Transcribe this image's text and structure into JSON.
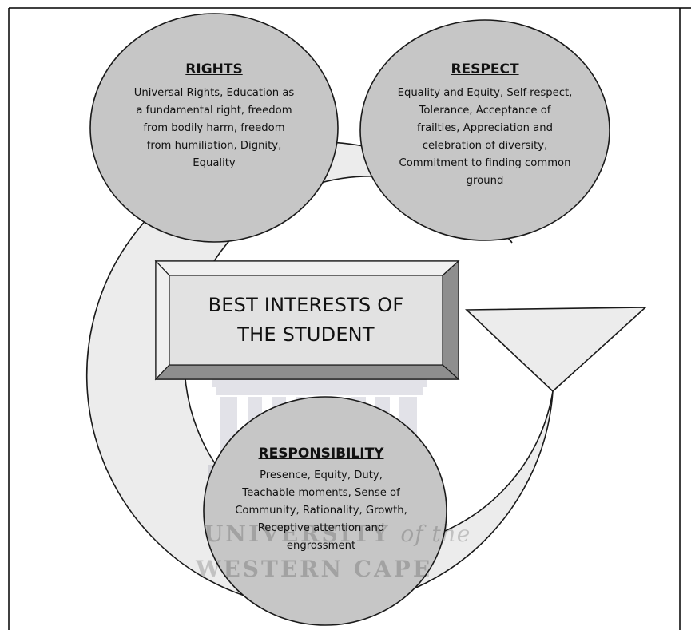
{
  "diagram": {
    "rights": {
      "heading": "RIGHTS",
      "lines": [
        "Universal Rights, Education as",
        "a fundamental right, freedom",
        "from bodily harm, freedom",
        "from humiliation, Dignity,",
        "Equality"
      ]
    },
    "respect": {
      "heading": "RESPECT",
      "lines": [
        "Equality and Equity, Self-respect,",
        "Tolerance, Acceptance of",
        "frailties, Appreciation and",
        "celebration of diversity,",
        "Commitment to finding common",
        "ground"
      ]
    },
    "responsibility": {
      "heading": "RESPONSIBILITY",
      "lines": [
        "Presence, Equity, Duty,",
        "Teachable moments, Sense of",
        "Community, Rationality, Growth,",
        "Receptive attention and",
        "engrossment"
      ]
    },
    "center": {
      "lines": [
        "BEST INTERESTS OF",
        "THE STUDENT"
      ]
    }
  },
  "watermark": {
    "line1_main": "UNIVERSITY",
    "line1_italic": "of the",
    "line2": "WESTERN CAPE"
  },
  "colors": {
    "circle_fill": "#c6c6c6",
    "ring_fill": "#ececec",
    "center_box": "#d9d9d9",
    "bevel_light": "#f0f0f0",
    "bevel_dark": "#8e8e8e",
    "outline": "#1a1a1a"
  }
}
